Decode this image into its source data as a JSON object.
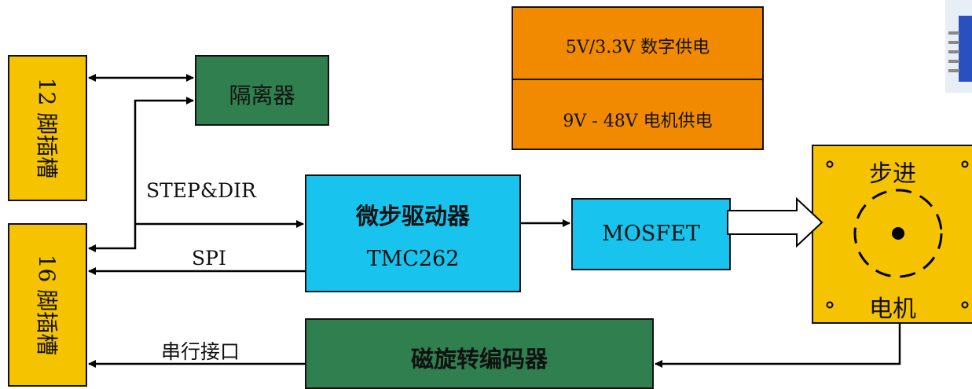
{
  "connector12": {
    "label": "12 脚插槽"
  },
  "connector16": {
    "label": "16 脚插槽"
  },
  "isolator": {
    "label": "隔离器"
  },
  "power": {
    "digital": "5V/3.3V  数字供电",
    "motor": "9V - 48V  电机供电"
  },
  "driver": {
    "title": "微步驱动器",
    "model": "TMC262"
  },
  "mosfet": {
    "label": "MOSFET"
  },
  "motor": {
    "top_label": "步进",
    "bottom_label": "电机"
  },
  "encoder": {
    "label": "磁旋转编码器"
  },
  "signals": {
    "step_dir": "STEP&DIR",
    "spi": "SPI",
    "serial": "串行接口"
  },
  "colors": {
    "connector": "#f6c300",
    "isolator": "#2f7f4f",
    "driver": "#18c3ee",
    "power": "#f28a00",
    "encoder": "#2f7f4f",
    "motor": "#f6c300"
  }
}
